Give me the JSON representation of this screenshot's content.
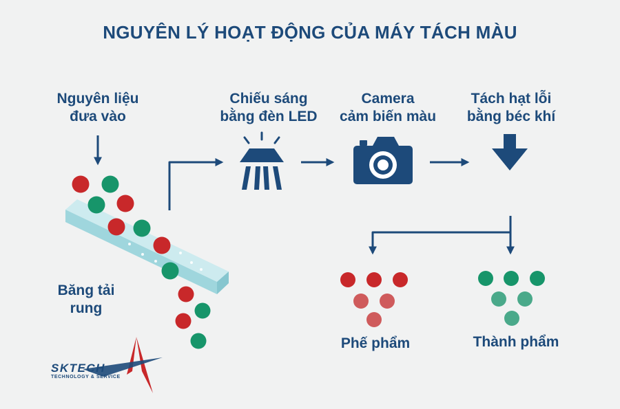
{
  "title": "NGUYÊN LÝ HOẠT ĐỘNG CỦA MÁY TÁCH MÀU",
  "steps": {
    "input": {
      "line1": "Nguyên liệu",
      "line2": "đưa vào"
    },
    "led": {
      "line1": "Chiếu sáng",
      "line2": "bằng đèn LED",
      "icon": "led-lamp-icon"
    },
    "camera": {
      "line1": "Camera",
      "line2": "cảm biến màu",
      "icon": "camera-icon"
    },
    "ejector": {
      "line1": "Tách hạt lỗi",
      "line2": "bằng béc khí",
      "icon": "down-arrow-icon"
    }
  },
  "conveyor": {
    "line1": "Băng tải",
    "line2": "rung"
  },
  "outputs": {
    "reject": {
      "label": "Phế phẩm"
    },
    "accept": {
      "label": "Thành phẩm"
    }
  },
  "logo": {
    "name": "SKTECH",
    "tagline": "TECHNOLOGY & SERVICE"
  },
  "colors": {
    "primary": "#1d4a7a",
    "red_grain": "#c8282a",
    "green_grain": "#17956a",
    "conveyor": "#a9dde3",
    "background": "#f1f2f2"
  }
}
